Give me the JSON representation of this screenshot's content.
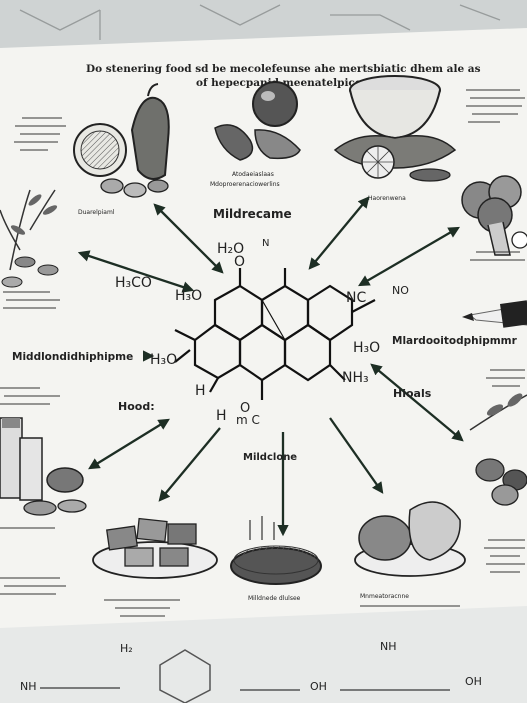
{
  "diagram": {
    "title_line1": "Do stenering food sd be mecolefeunse ahe mertsbiatic dhem ale as",
    "title_line2": "of hepecpanid meenatelpice",
    "labels": {
      "center_top": "Mildrecame",
      "center_bottom": "Mildclone",
      "left_mid": "Middlondidhiphipme",
      "right_mid": "Mlardooitodphipmmr",
      "left_food": "Hood:",
      "right_food": "Hioals"
    },
    "caption_texts": {
      "tl": "Duarelpiaml",
      "tc1": "Atodaeiaslaas",
      "tc2": "Mdoproerenaciowerlins",
      "tr": "Haorenwena",
      "bc": "Milldnede dlulsee",
      "br": "Mnmeatoracnne"
    },
    "molecule": {
      "h3o_left": "H₃O",
      "h3co": "H₃CO",
      "h3o_mid": "H₃O",
      "h_left": "H",
      "h_center": "H",
      "nc_center": "m C",
      "o_top": "O",
      "h2o_top": "H₂O",
      "n_top": "N",
      "nc_right": "NC",
      "no_right": "NO",
      "h3o_right": "H₃O",
      "nh3": "NH₃",
      "o_bottom": "O"
    },
    "bottom_sheet": {
      "h2": "H₂",
      "nh": "NH",
      "oh": "OH",
      "ch": "OH"
    }
  }
}
